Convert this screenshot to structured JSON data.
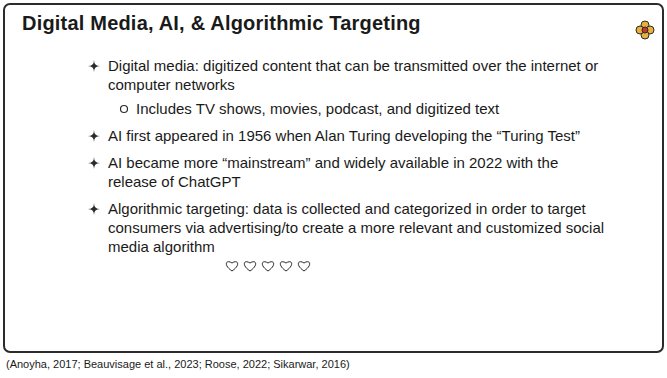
{
  "diagram": {
    "title": "Digital Media, AI, & Algorithmic Targeting",
    "labels": [
      "Digital media: digitized content that can be transmitted over the internet or computer networks",
      "Includes TV shows, movies, podcast, and digitized text",
      "AI first appeared in 1956 when Alan Turing developing the “Turing Test”",
      "AI became more “mainstream” and widely available in 2022 with the release of ChatGPT",
      "Algorithmic targeting: data is collected and categorized in order to target consumers via advertising/to create a more relevant and customized social media algorithm",
      "(Anoyha, 2017; Beauvisage et al., 2023; Roose, 2022; Sikarwar, 2016)"
    ]
  }
}
